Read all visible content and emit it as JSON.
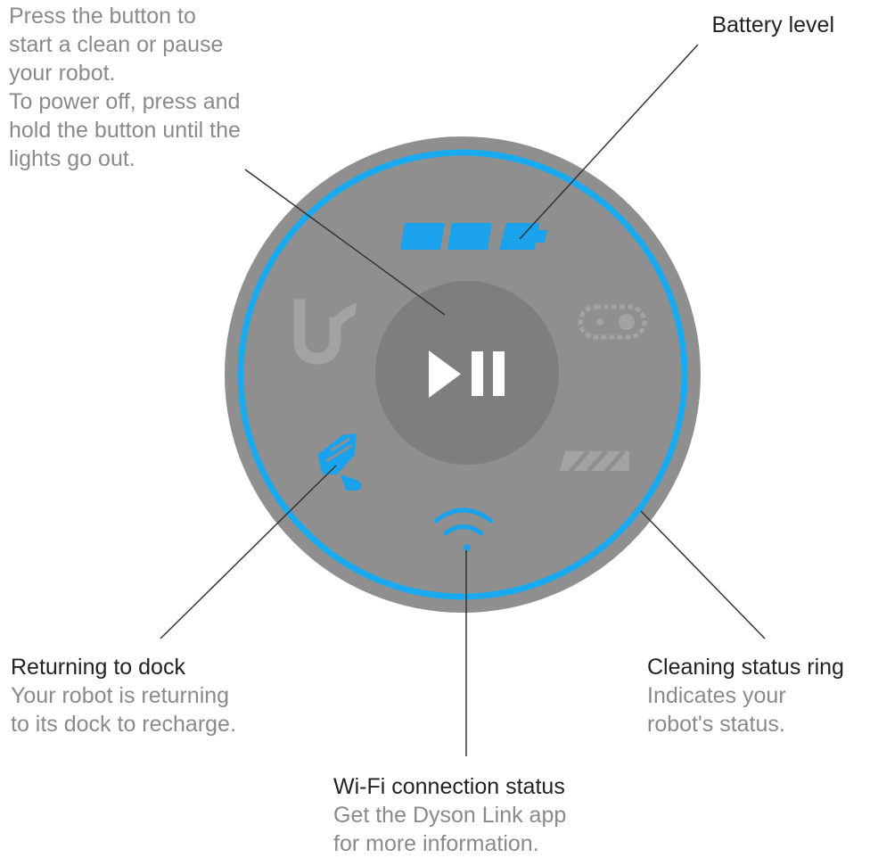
{
  "annotations": {
    "power": {
      "lines": [
        "Press the button to",
        "start a clean or pause",
        "your robot.",
        "To power off, press and",
        "hold the button until the",
        "lights go out."
      ]
    },
    "battery": {
      "title": "Battery level"
    },
    "dock": {
      "title": "Returning to dock",
      "lines": [
        "Your robot is returning",
        "to its dock to recharge."
      ]
    },
    "ring": {
      "title": "Cleaning status ring",
      "lines": [
        "Indicates your",
        "robot's status."
      ]
    },
    "wifi": {
      "title": "Wi-Fi connection status",
      "lines": [
        "Get the Dyson Link app",
        "for more information."
      ]
    }
  },
  "colors": {
    "disc": "#8f8f8f",
    "status_ring": "#1aaaf0",
    "active_icon": "#1aa3ec",
    "inactive_icon": "#a3a3a3",
    "center_button": "#7e7e7e",
    "button_glyph": "#ffffff",
    "leader_line": "#333333"
  },
  "icons": {
    "battery": [
      "battery-segment-1-icon",
      "battery-segment-2-icon",
      "battery-segment-3-icon"
    ],
    "play_pause": "play-pause-icon",
    "bin_pipe": "bin-pipe-icon",
    "brush_bar": "brush-bar-icon",
    "filter": "filter-icon",
    "dock": "dock-icon",
    "wifi": "wifi-icon"
  },
  "battery_level": {
    "segments_lit": 3,
    "segments_total": 3
  }
}
